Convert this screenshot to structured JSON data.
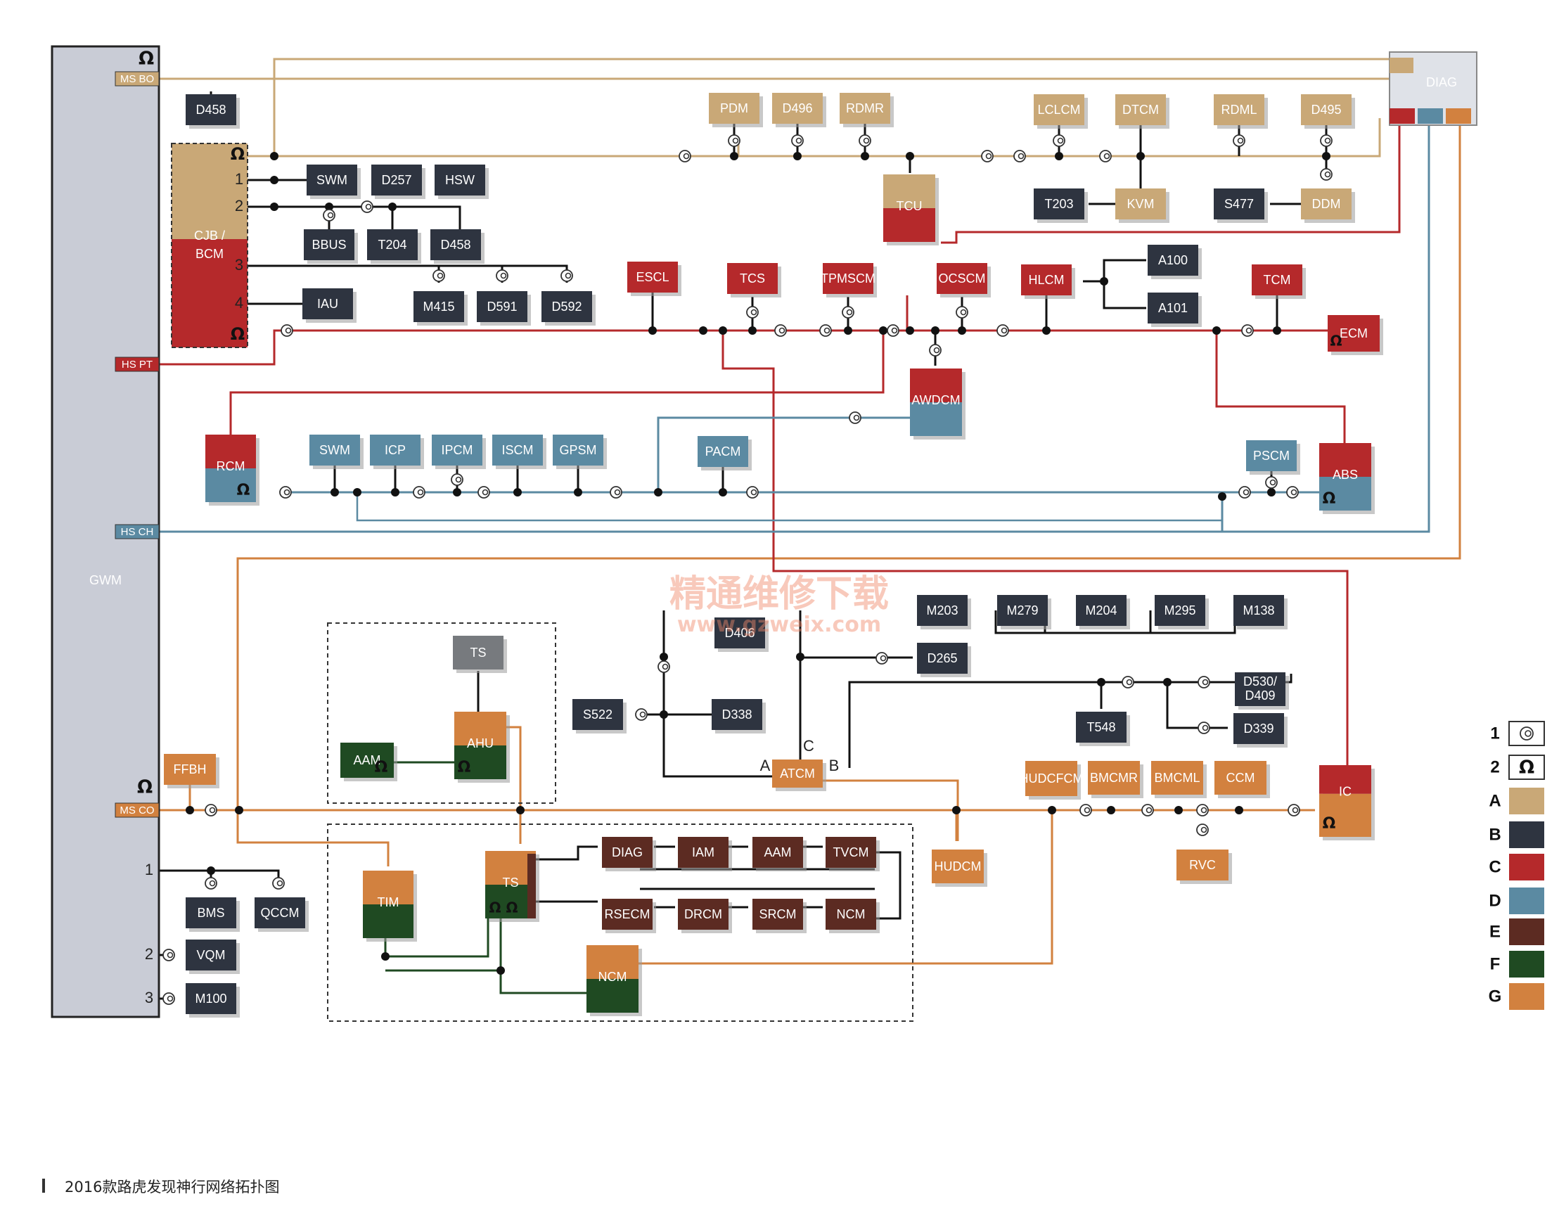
{
  "colors": {
    "A": "#c9a877",
    "B": "#2e3440",
    "C": "#b5292b",
    "D": "#5b8aa2",
    "E": "#5c2b22",
    "F": "#1f4a22",
    "G": "#d2813f",
    "gwm_fill": "#c9ccd6",
    "gray_ts": "#777a7e"
  },
  "gateway": {
    "label": "GWM",
    "ports": {
      "ms_bo": "MS BO",
      "hs_pt": "HS PT",
      "hs_ch": "HS CH",
      "ms_co": "MS CO"
    },
    "ms_co_pins": [
      "1",
      "2",
      "3"
    ]
  },
  "cjb": {
    "label": "CJB / BCM",
    "pins": [
      "1",
      "2",
      "3",
      "4"
    ]
  },
  "diag": {
    "label": "DIAG"
  },
  "modules": {
    "d458a": "D458",
    "swm1": "SWM",
    "d257": "D257",
    "hsw": "HSW",
    "bbus": "BBUS",
    "t204": "T204",
    "d458b": "D458",
    "iau": "IAU",
    "m415": "M415",
    "d591": "D591",
    "d592": "D592",
    "pdm": "PDM",
    "d496": "D496",
    "rdmr": "RDMR",
    "tcu": "TCU",
    "lclcm": "LCLCM",
    "dtcm": "DTCM",
    "rdml": "RDML",
    "d495": "D495",
    "t203": "T203",
    "kvm": "KVM",
    "s477": "S477",
    "ddm": "DDM",
    "escl": "ESCL",
    "tcs": "TCS",
    "tpmscm": "TPMSCM",
    "ocscm": "OCSCM",
    "hlcm": "HLCM",
    "a100": "A100",
    "a101": "A101",
    "tcm": "TCM",
    "ecm": "ECM",
    "awdcm": "AWDCM",
    "rcm": "RCM",
    "swm2": "SWM",
    "icp": "ICP",
    "ipcm": "IPCM",
    "iscm": "ISCM",
    "gpsm": "GPSM",
    "pacm": "PACM",
    "pscm": "PSCM",
    "abs": "ABS",
    "m203": "M203",
    "m279": "M279",
    "m204": "M204",
    "m295": "M295",
    "m138": "M138",
    "d406": "D406",
    "d265": "D265",
    "d530": "D530/",
    "d409": "D409",
    "s522": "S522",
    "d338": "D338",
    "t548": "T548",
    "d339": "D339",
    "atcm": "ATCM",
    "ts_top": "TS",
    "aam1": "AAM",
    "ahu": "AHU",
    "ffbh": "FFBH",
    "hudcfcm": "HUDCFCM",
    "bmcmr": "BMCMR",
    "bmcml": "BMCML",
    "ccm": "CCM",
    "ic": "IC",
    "hudcm": "HUDCM",
    "rvc": "RVC",
    "bms": "BMS",
    "qccm": "QCCM",
    "vqm": "VQM",
    "m100": "M100",
    "tim": "TIM",
    "ts": "TS",
    "ncm_lower": "NCM",
    "diag2": "DIAG",
    "iam": "IAM",
    "aam2": "AAM",
    "tvcm": "TVCM",
    "rsecm": "RSECM",
    "drcm": "DRCM",
    "srcm": "SRCM",
    "ncm": "NCM"
  },
  "atcm_ports": {
    "a": "A",
    "b": "B",
    "c": "C"
  },
  "terminator": "Ω",
  "legend": {
    "items": [
      "1",
      "2",
      "A",
      "B",
      "C",
      "D",
      "E",
      "F",
      "G"
    ]
  },
  "watermark": {
    "line1": "精通维修下载",
    "line2": "www.gzweix.com"
  },
  "caption": "2016款路虎发现神行网络拓扑图"
}
